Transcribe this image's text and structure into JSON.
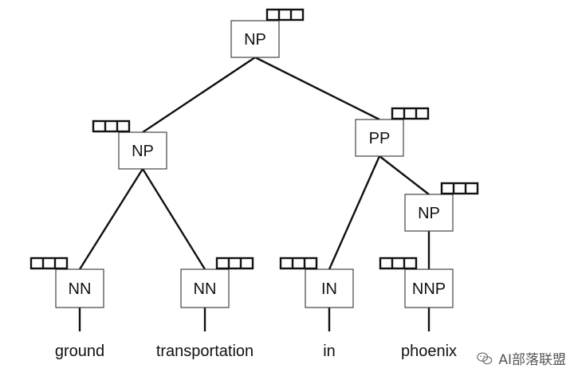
{
  "tree": {
    "nodes": [
      {
        "id": "np-root",
        "label": "NP"
      },
      {
        "id": "np-left",
        "label": "NP"
      },
      {
        "id": "pp",
        "label": "PP"
      },
      {
        "id": "np-right",
        "label": "NP"
      },
      {
        "id": "nn-1",
        "label": "NN"
      },
      {
        "id": "nn-2",
        "label": "NN"
      },
      {
        "id": "in",
        "label": "IN"
      },
      {
        "id": "nnp",
        "label": "NNP"
      }
    ],
    "words": [
      {
        "id": "w-ground",
        "text": "ground"
      },
      {
        "id": "w-transportation",
        "text": "transportation"
      },
      {
        "id": "w-in",
        "text": "in"
      },
      {
        "id": "w-phoenix",
        "text": "phoenix"
      }
    ],
    "edges": [
      [
        "np-root",
        "np-left"
      ],
      [
        "np-root",
        "pp"
      ],
      [
        "np-left",
        "nn-1"
      ],
      [
        "np-left",
        "nn-2"
      ],
      [
        "pp",
        "in"
      ],
      [
        "pp",
        "np-right"
      ],
      [
        "np-right",
        "nnp"
      ]
    ],
    "vector_cells_per_node": 3
  },
  "watermark": {
    "text": "AI部落联盟",
    "icon": "wechat-icon"
  },
  "colors": {
    "line": "#111111",
    "box_border": "#444444",
    "text": "#111111"
  }
}
